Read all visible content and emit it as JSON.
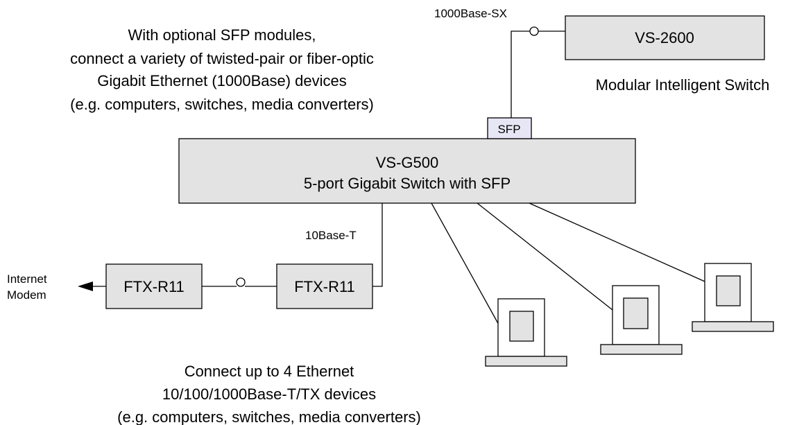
{
  "colors": {
    "device_fill": "#e3e3e3",
    "sfp_fill": "#e6e6f5",
    "stroke": "#000000"
  },
  "captions": {
    "sfp_note": [
      "With optional SFP modules,",
      "connect a variety of twisted-pair or fiber-optic",
      "Gigabit Ethernet (1000Base) devices",
      "(e.g. computers, switches, media converters)"
    ],
    "ethernet_note": [
      "Connect up to 4 Ethernet",
      "10/100/1000Base-T/TX devices",
      "(e.g. computers, switches, media converters)"
    ]
  },
  "labels": {
    "fiber_link": "1000Base-SX",
    "copper_link": "10Base-T",
    "internet": "Internet",
    "modem": "Modem",
    "sfp_port": "SFP"
  },
  "devices": {
    "modular_switch": {
      "name": "VS-2600",
      "description": "Modular Intelligent Switch"
    },
    "main_switch": {
      "name": "VS-G500",
      "description": "5-port Gigabit Switch with SFP"
    },
    "converter_left": {
      "name": "FTX-R11"
    },
    "converter_right": {
      "name": "FTX-R11"
    }
  },
  "computers": [
    {
      "icon": "computer-icon"
    },
    {
      "icon": "computer-icon"
    },
    {
      "icon": "computer-icon"
    }
  ]
}
